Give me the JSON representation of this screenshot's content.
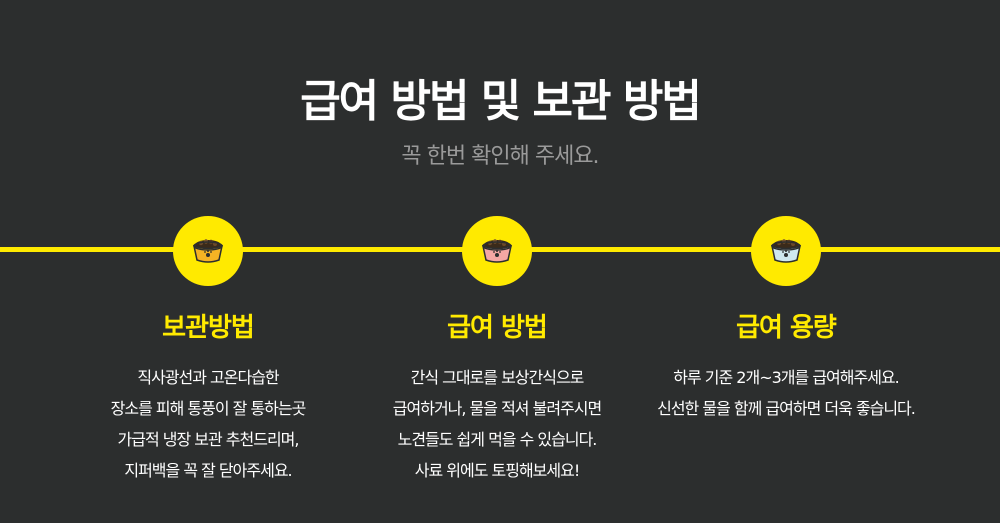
{
  "header": {
    "title": "급여 방법 및 보관 방법",
    "subtitle": "꼭 한번 확인해 주세요."
  },
  "colors": {
    "background": "#2c2e2e",
    "accent": "#ffea00",
    "bowl_orange": "#f5b324",
    "bowl_pink": "#f4a7a4",
    "bowl_lightblue": "#cfe8ee"
  },
  "steps": [
    {
      "icon": "food-bowl-icon",
      "title": "보관방법",
      "lines": [
        "직사광선과 고온다습한",
        "장소를  피해 통풍이 잘 통하는곳",
        "가급적 냉장 보관 추천드리며,",
        "지퍼백을 꼭 잘 닫아주세요."
      ]
    },
    {
      "icon": "food-bowl-icon",
      "title": "급여 방법",
      "lines": [
        "간식 그대로를 보상간식으로",
        "급여하거나, 물을 적셔 불려주시면",
        "노견들도 쉽게 먹을 수 있습니다.",
        "사료 위에도 토핑해보세요!"
      ]
    },
    {
      "icon": "food-bowl-icon",
      "title": "급여 용량",
      "lines": [
        "하루 기준 2개~3개를 급여해주세요.",
        "신선한 물을 함께 급여하면 더욱 좋습니다."
      ]
    }
  ]
}
